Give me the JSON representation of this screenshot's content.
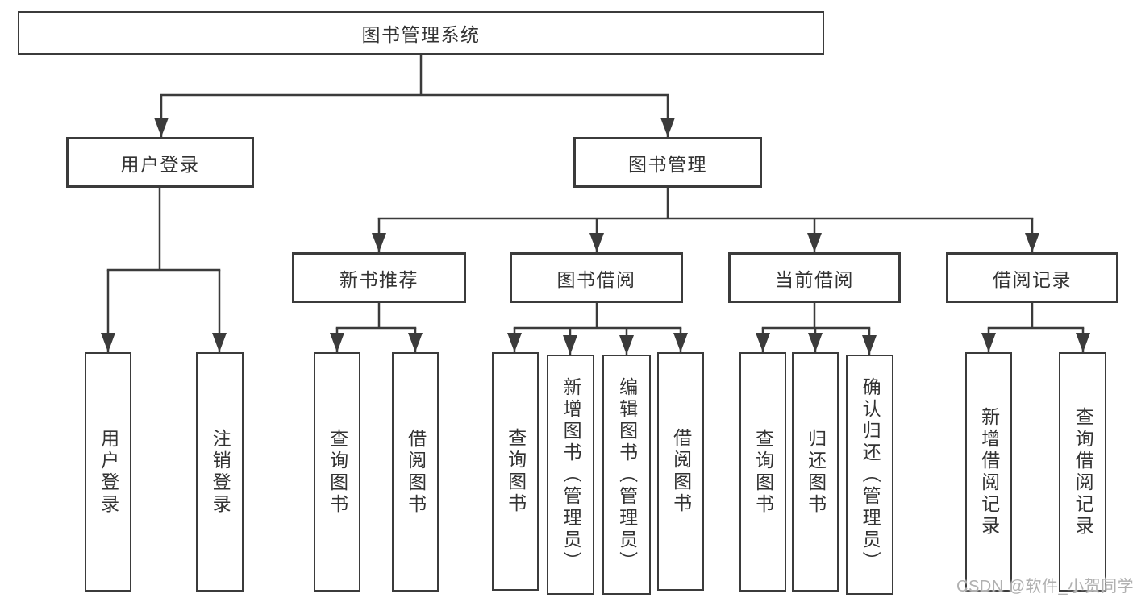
{
  "nodes": {
    "root": "图书管理系统",
    "user_login": "用户登录",
    "book_mgmt": "图书管理",
    "new_book_rec": "新书推荐",
    "book_borrow": "图书借阅",
    "current_borrow": "当前借阅",
    "borrow_record": "借阅记录",
    "leaf_user_login": "用户登录",
    "leaf_logout": "注销登录",
    "leaf_query_book_1": "查询图书",
    "leaf_borrow_book_1": "借阅图书",
    "leaf_query_book_2": "查询图书",
    "leaf_add_book_admin": "新增图书（管理员）",
    "leaf_edit_book_admin": "编辑图书（管理员）",
    "leaf_borrow_book_2": "借阅图书",
    "leaf_query_book_3": "查询图书",
    "leaf_return_book": "归还图书",
    "leaf_confirm_return_admin": "确认归还（管理员）",
    "leaf_add_borrow_record": "新增借阅记录",
    "leaf_query_borrow_record": "查询借阅记录"
  },
  "watermark": "CSDN @软件_小贺同学",
  "colors": {
    "line": "#3b3b3b",
    "text": "#333333",
    "box_fill": "#ffffff",
    "background": "#ffffff",
    "watermark": "#b0b0b0"
  }
}
